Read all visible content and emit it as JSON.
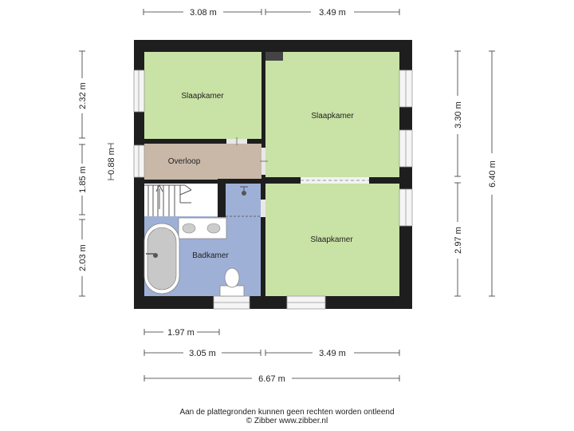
{
  "rooms": {
    "slaapkamer_1": "Slaapkamer",
    "slaapkamer_2": "Slaapkamer",
    "slaapkamer_3": "Slaapkamer",
    "overloop": "Overloop",
    "badkamer": "Badkamer"
  },
  "dimensions": {
    "top_left": "3.08 m",
    "top_right": "3.49 m",
    "left_1": "2.32 m",
    "left_2": "1.85 m",
    "left_3": "2.03 m",
    "left_inner": "0.88 m",
    "right_1": "3.30 m",
    "right_2": "2.97 m",
    "right_total": "6.40 m",
    "bottom_short": "1.97 m",
    "bottom_left": "3.05 m",
    "bottom_right": "3.49 m",
    "bottom_total": "6.67 m"
  },
  "footer": {
    "line1": "Aan de plattegronden kunnen geen rechten worden ontleend",
    "line2": "© Zibber www.zibber.nl"
  },
  "colors": {
    "bedroom": "#c9e2a6",
    "landing": "#c9b8a8",
    "bathroom": "#9eb0d6",
    "wall": "#1e1e1e"
  }
}
